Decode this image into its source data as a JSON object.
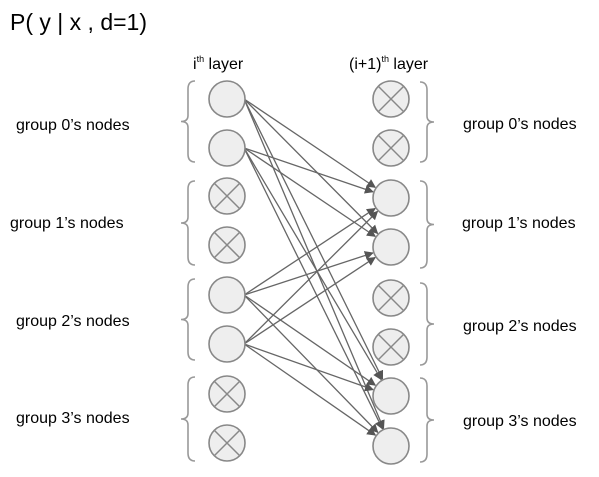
{
  "title": "P( y | x , d=1)",
  "left_layer": {
    "base": "i",
    "sup": "th",
    "rest": " layer"
  },
  "right_layer": {
    "base": "(i+1)",
    "sup": "th",
    "rest": " layer"
  },
  "left_groups": [
    "group 0’s nodes",
    "group 1’s nodes",
    "group 2’s nodes",
    "group 3’s nodes"
  ],
  "right_groups": [
    "group 0’s nodes",
    "group 1’s nodes",
    "group 2’s nodes",
    "group 3’s nodes"
  ],
  "left_nodes": [
    {
      "group": 0,
      "masked": false
    },
    {
      "group": 0,
      "masked": false
    },
    {
      "group": 1,
      "masked": true
    },
    {
      "group": 1,
      "masked": true
    },
    {
      "group": 2,
      "masked": false
    },
    {
      "group": 2,
      "masked": false
    },
    {
      "group": 3,
      "masked": true
    },
    {
      "group": 3,
      "masked": true
    }
  ],
  "right_nodes": [
    {
      "group": 0,
      "masked": true
    },
    {
      "group": 0,
      "masked": true
    },
    {
      "group": 1,
      "masked": false
    },
    {
      "group": 1,
      "masked": false
    },
    {
      "group": 2,
      "masked": true
    },
    {
      "group": 2,
      "masked": true
    },
    {
      "group": 3,
      "masked": false
    },
    {
      "group": 3,
      "masked": false
    }
  ],
  "edges": [
    [
      0,
      2
    ],
    [
      0,
      3
    ],
    [
      0,
      6
    ],
    [
      0,
      7
    ],
    [
      1,
      2
    ],
    [
      1,
      3
    ],
    [
      1,
      6
    ],
    [
      1,
      7
    ],
    [
      4,
      2
    ],
    [
      4,
      3
    ],
    [
      4,
      6
    ],
    [
      4,
      7
    ],
    [
      5,
      2
    ],
    [
      5,
      3
    ],
    [
      5,
      6
    ],
    [
      5,
      7
    ]
  ],
  "colors": {
    "node_fill": "#eeeeee",
    "node_stroke": "#888888",
    "edge": "#666666",
    "brace": "#999999"
  }
}
